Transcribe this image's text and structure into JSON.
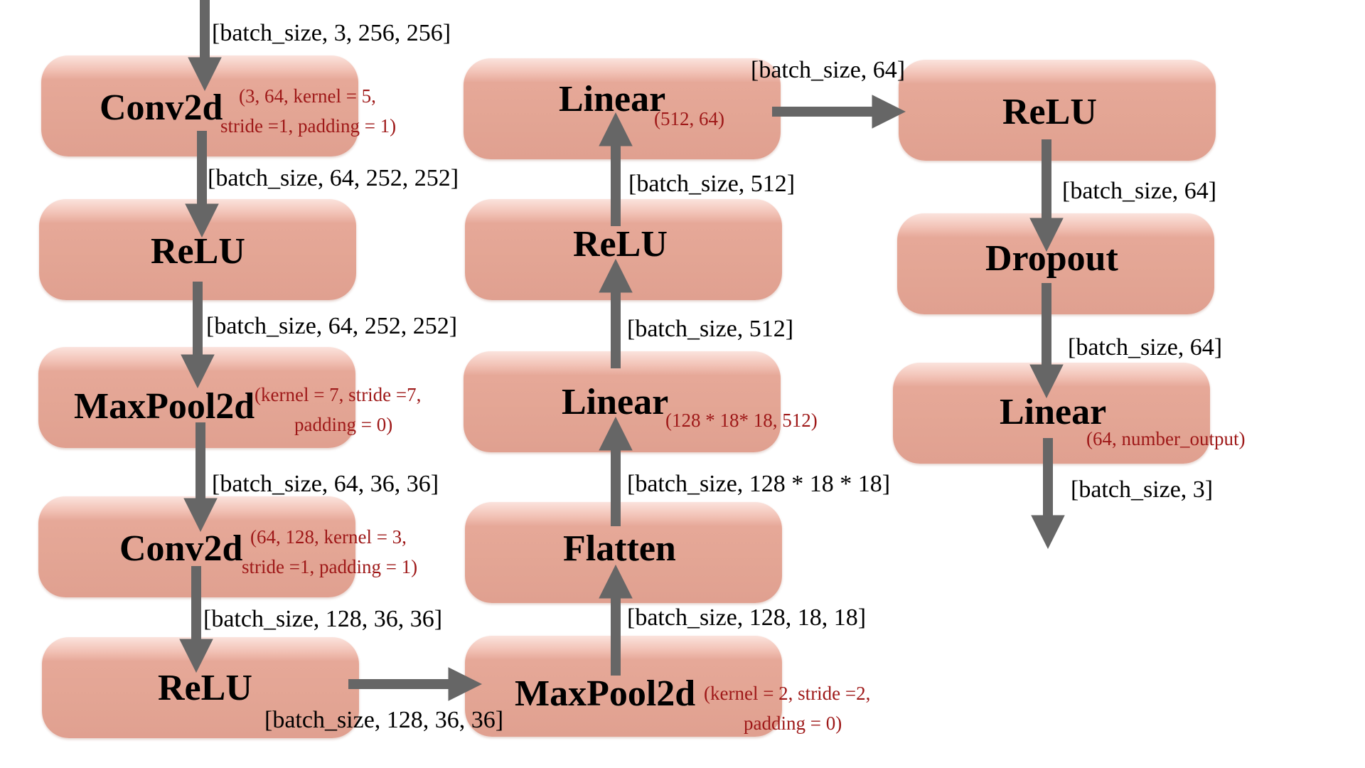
{
  "colors": {
    "node_fill": "#e3a594",
    "arrow": "#666666",
    "param_text": "#9e1818",
    "label_text": "#000000"
  },
  "layers": {
    "conv2d_1": {
      "name": "Conv2d",
      "params": [
        "(3, 64, kernel = 5,",
        "stride =1, padding = 1)"
      ]
    },
    "relu_1": {
      "name": "ReLU"
    },
    "maxpool_1": {
      "name": "MaxPool2d",
      "params": [
        "(kernel = 7, stride =7,",
        "padding = 0)"
      ]
    },
    "conv2d_2": {
      "name": "Conv2d",
      "params": [
        "(64, 128, kernel = 3,",
        "stride =1, padding = 1)"
      ]
    },
    "relu_2": {
      "name": "ReLU"
    },
    "maxpool_2": {
      "name": "MaxPool2d",
      "params": [
        "(kernel = 2, stride =2,",
        "padding = 0)"
      ]
    },
    "flatten": {
      "name": "Flatten"
    },
    "linear_1": {
      "name": "Linear",
      "params": [
        "(128 * 18* 18, 512)"
      ]
    },
    "relu_3": {
      "name": "ReLU"
    },
    "linear_2": {
      "name": "Linear",
      "params": [
        "(512, 64)"
      ]
    },
    "relu_4": {
      "name": "ReLU"
    },
    "dropout": {
      "name": "Dropout"
    },
    "linear_3": {
      "name": "Linear",
      "params": [
        "(64, number_output)"
      ]
    }
  },
  "shapes": {
    "input": "[batch_size, 3, 256, 256]",
    "after_conv2d_1": "[batch_size, 64, 252, 252]",
    "after_relu_1": "[batch_size, 64, 252, 252]",
    "after_maxpool_1": "[batch_size, 64, 36, 36]",
    "after_conv2d_2": "[batch_size, 128, 36, 36]",
    "after_relu_2": "[batch_size, 128, 36, 36]",
    "after_maxpool_2": "[batch_size, 128, 18, 18]",
    "after_flatten": "[batch_size, 128 * 18 * 18]",
    "after_linear_1": "[batch_size, 512]",
    "after_relu_3": "[batch_size, 512]",
    "after_linear_2": "[batch_size, 64]",
    "after_relu_4": "[batch_size, 64]",
    "after_dropout": "[batch_size, 64]",
    "output": "[batch_size, 3]"
  }
}
